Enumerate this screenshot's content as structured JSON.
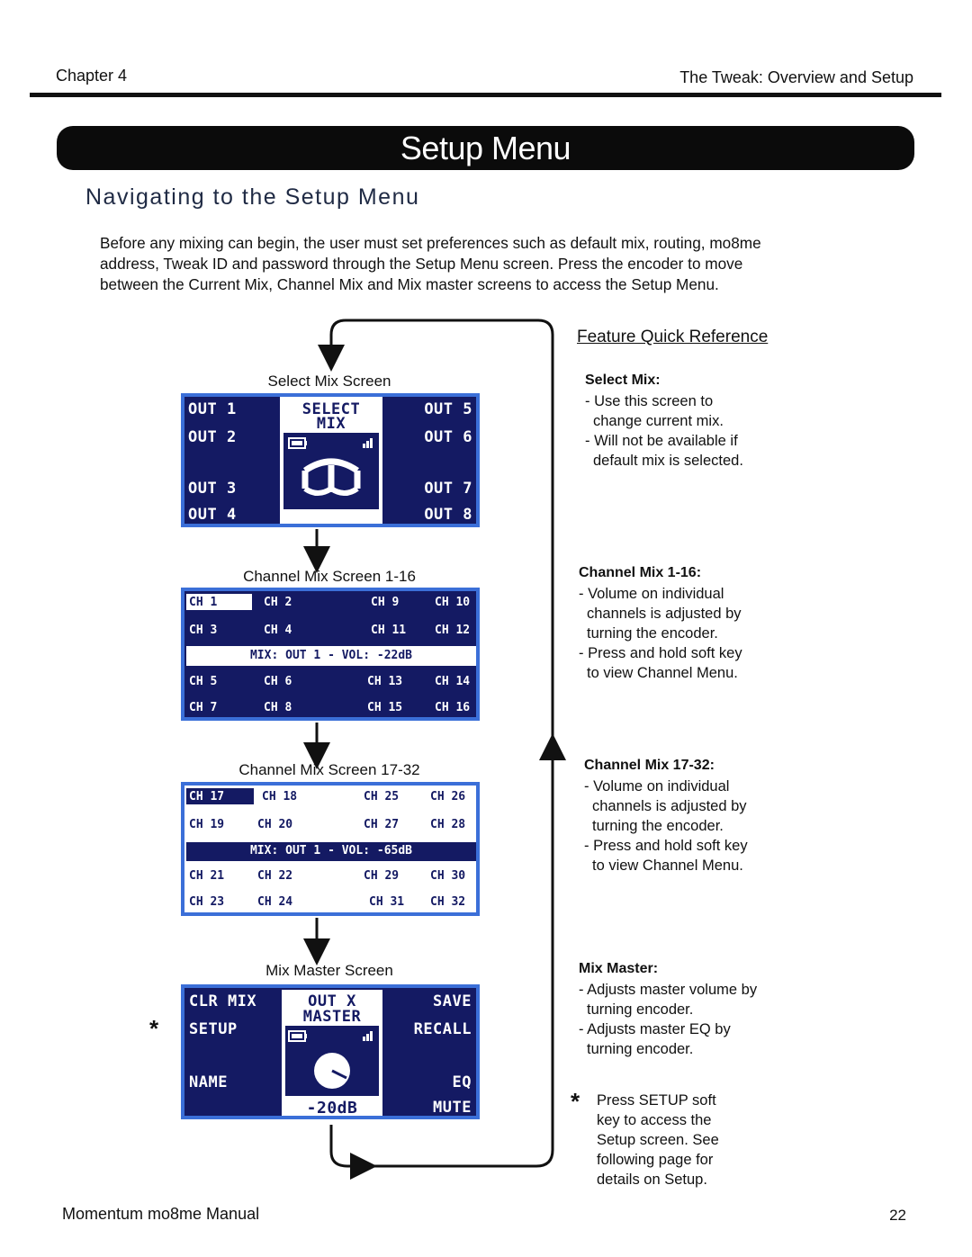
{
  "header": {
    "chapter": "Chapter 4",
    "section": "The Tweak: Overview and Setup"
  },
  "banner": {
    "title": "Setup Menu"
  },
  "section_heading": "Navigating to the Setup Menu",
  "intro": {
    "line1": "Before any mixing can begin, the user must set preferences such as default mix, routing, mo8me",
    "line2": "address, Tweak ID and password through the Setup Menu screen. Press the encoder to move",
    "line3": "between the Current Mix, Channel Mix and Mix master screens to access the Setup Menu."
  },
  "screens": {
    "select_mix": {
      "caption": "Select Mix Screen",
      "left": [
        "OUT 1",
        "OUT 2",
        "OUT 3",
        "OUT 4"
      ],
      "right": [
        "OUT 5",
        "OUT 6",
        "OUT 7",
        "OUT 8"
      ],
      "center_line1": "SELECT",
      "center_line2": "MIX"
    },
    "channel_1_16": {
      "caption": "Channel Mix Screen 1-16",
      "row1": [
        "CH 1",
        "CH 2",
        "CH 9",
        "CH 10"
      ],
      "row2": [
        "CH 3",
        "CH 4",
        "CH 11",
        "CH 12"
      ],
      "band": "MIX: OUT 1 - VOL: -22dB",
      "row3": [
        "CH 5",
        "CH 6",
        "CH 13",
        "CH 14"
      ],
      "row4": [
        "CH 7",
        "CH 8",
        "CH 15",
        "CH 16"
      ]
    },
    "channel_17_32": {
      "caption": "Channel Mix Screen 17-32",
      "row1": [
        "CH 17",
        "CH 18",
        "CH 25",
        "CH 26"
      ],
      "row2": [
        "CH 19",
        "CH 20",
        "CH 27",
        "CH 28"
      ],
      "band": "MIX: OUT 1 - VOL: -65dB",
      "row3": [
        "CH 21",
        "CH 22",
        "CH 29",
        "CH 30"
      ],
      "row4": [
        "CH 23",
        "CH 24",
        "CH 31",
        "CH 32"
      ]
    },
    "mix_master": {
      "caption": "Mix Master Screen",
      "left": [
        "CLR MIX",
        "SETUP",
        "NAME"
      ],
      "right": [
        "SAVE",
        "RECALL",
        "EQ",
        "MUTE"
      ],
      "center_line1": "OUT X",
      "center_line2": "MASTER",
      "volume": "-20dB"
    }
  },
  "asterisk": "*",
  "reference": {
    "title": "Feature Quick Reference",
    "select_mix": {
      "heading": "Select Mix:",
      "lines": [
        "- Use this screen to",
        "change current mix.",
        "- Will not be available if",
        "default mix is selected."
      ]
    },
    "channel_1_16": {
      "heading": "Channel Mix 1-16:",
      "lines": [
        "- Volume on individual",
        "channels is adjusted by",
        "turning the encoder.",
        "- Press and hold soft key",
        "to view Channel Menu."
      ]
    },
    "channel_17_32": {
      "heading": "Channel Mix 17-32:",
      "lines": [
        "- Volume on individual",
        "channels is adjusted by",
        "turning the encoder.",
        "- Press and hold soft key",
        "to view Channel Menu."
      ]
    },
    "mix_master": {
      "heading": "Mix Master:",
      "lines": [
        "- Adjusts master volume by",
        "turning encoder.",
        "- Adjusts master EQ by",
        "turning encoder."
      ]
    },
    "note_lines": [
      "Press SETUP soft",
      "key to access the",
      "Setup screen. See",
      "following page for",
      "details on Setup."
    ]
  },
  "footer": {
    "title": "Momentum mo8me Manual",
    "page": "22"
  },
  "colors": {
    "screen_bg": "#141a63",
    "screen_border": "#3b6fd8",
    "banner": "#0b0b0b"
  }
}
